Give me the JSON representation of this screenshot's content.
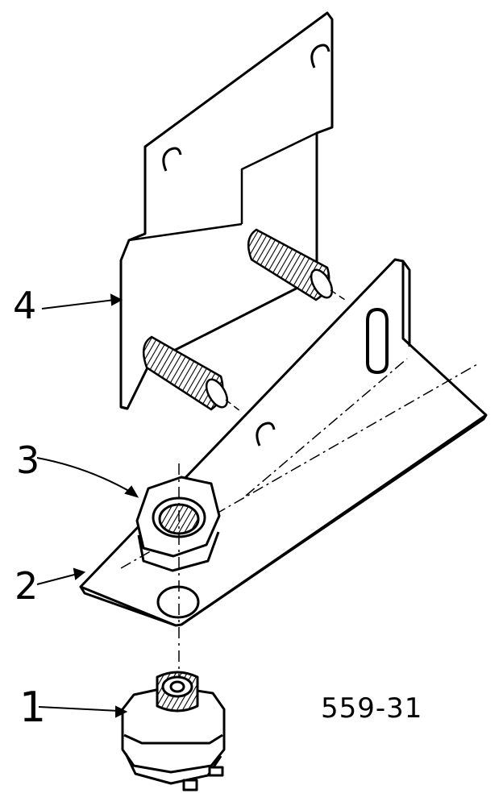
{
  "diagram": {
    "reference_code": "559-31",
    "callouts": [
      {
        "id": "4",
        "label": "4"
      },
      {
        "id": "3",
        "label": "3"
      },
      {
        "id": "2",
        "label": "2"
      },
      {
        "id": "1",
        "label": "1"
      }
    ]
  },
  "colors": {
    "ink": "#000000",
    "paper": "#ffffff"
  }
}
